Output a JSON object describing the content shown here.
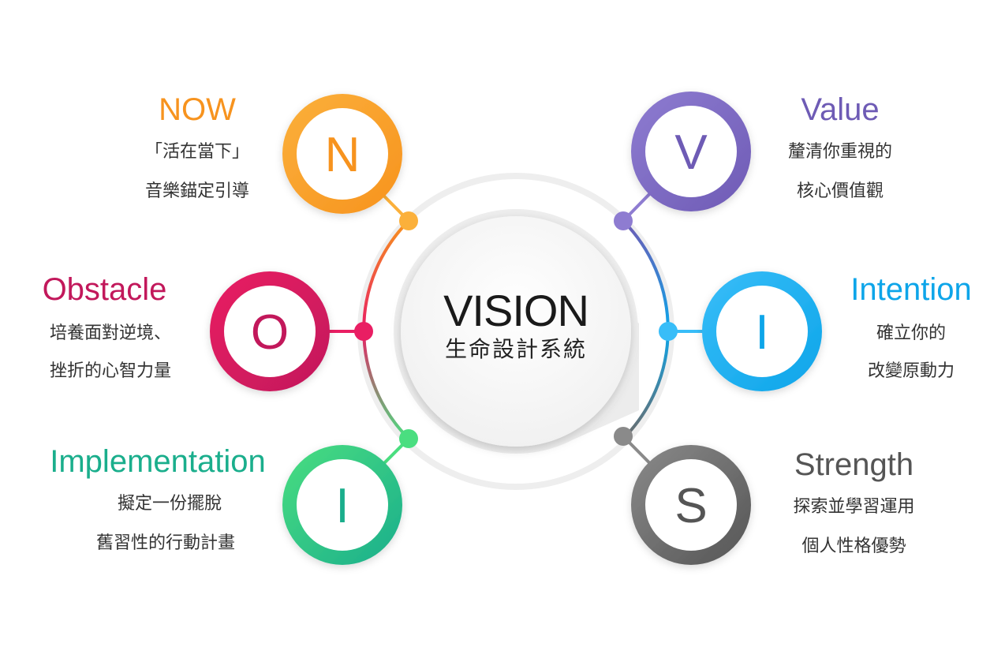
{
  "center": {
    "title": "VISION",
    "subtitle": "生命設計系統"
  },
  "nodes": [
    {
      "key": "now",
      "letter": "N",
      "title": "NOW",
      "line1": "「活在當下」",
      "line2": "音樂錨定引導",
      "color": "#F7931E",
      "color2": "#FBB03B"
    },
    {
      "key": "obstacle",
      "letter": "O",
      "title": "Obstacle",
      "line1": "培養面對逆境、",
      "line2": "挫折的心智力量",
      "color": "#C2185B",
      "color2": "#E91E63"
    },
    {
      "key": "implementation",
      "letter": "I",
      "title": "Implementation",
      "line1": "擬定一份擺脫",
      "line2": "舊習性的行動計畫",
      "color": "#1AAE8C",
      "color2": "#4ADE80"
    },
    {
      "key": "value",
      "letter": "V",
      "title": "Value",
      "line1": "釐清你重視的",
      "line2": "核心價值觀",
      "color": "#6E5BB5",
      "color2": "#8E7CD1"
    },
    {
      "key": "intention",
      "letter": "I",
      "title": "Intention",
      "line1": "確立你的",
      "line2": "改變原動力",
      "color": "#0DA5E9",
      "color2": "#38BDF8"
    },
    {
      "key": "strength",
      "letter": "S",
      "title": "Strength",
      "line1": "探索並學習運用",
      "line2": "個人性格優勢",
      "color": "#555555",
      "color2": "#8A8A8A"
    }
  ]
}
